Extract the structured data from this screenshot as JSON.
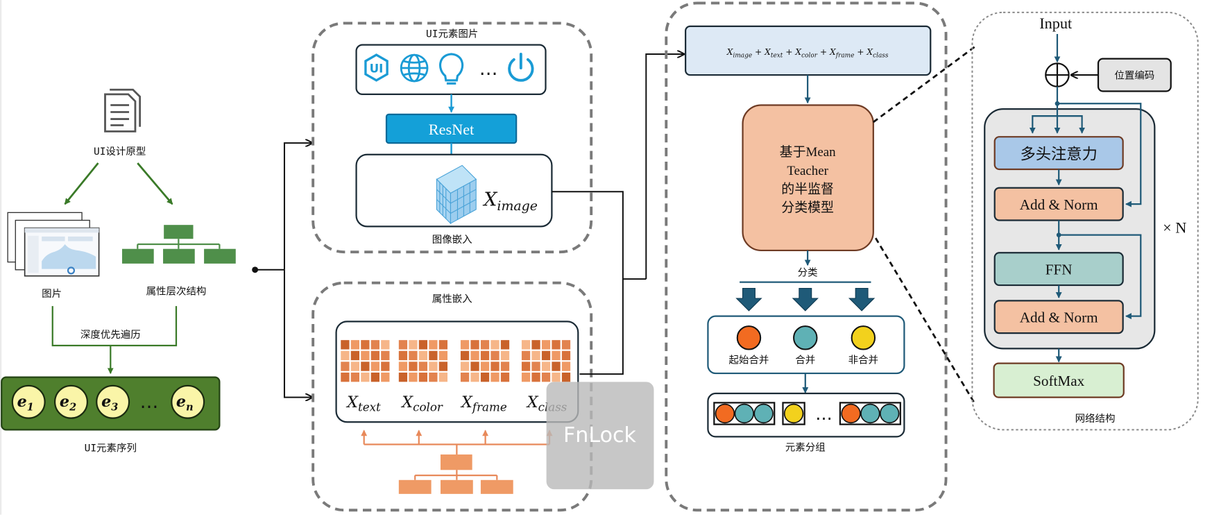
{
  "left": {
    "prototype_label": "UI设计原型",
    "image_label": "图片",
    "hierarchy_label": "属性层次结构",
    "dfs_label": "深度优先遍历",
    "sequence": {
      "items": [
        {
          "base": "e",
          "sub": "1"
        },
        {
          "base": "e",
          "sub": "2"
        },
        {
          "base": "e",
          "sub": "3"
        },
        {
          "base": "e",
          "sub": "n"
        }
      ],
      "ellipsis": "…",
      "caption": "UI元素序列"
    }
  },
  "image_embedding": {
    "title": "UI元素图片",
    "icons": [
      "ui-badge-icon",
      "globe-icon",
      "lightbulb-icon",
      "power-icon"
    ],
    "ellipsis": "…",
    "ui_badge_text": "UI",
    "resnet": "ResNet",
    "x_base": "X",
    "x_sub": "image",
    "caption": "图像嵌入"
  },
  "attribute_embedding": {
    "title": "属性嵌入",
    "features": [
      {
        "base": "X",
        "sub": "text"
      },
      {
        "base": "X",
        "sub": "color"
      },
      {
        "base": "X",
        "sub": "frame"
      },
      {
        "base": "X",
        "sub": "class"
      }
    ]
  },
  "classifier": {
    "sum_terms": [
      "image",
      "text",
      "color",
      "frame",
      "class"
    ],
    "sum_base": "X",
    "model_lines": [
      "基于Mean",
      "Teacher",
      "的半监督",
      "分类模型"
    ],
    "classify_label": "分类",
    "classes": [
      {
        "label": "起始合并",
        "color": "#f26b21"
      },
      {
        "label": "合并",
        "color": "#5fb1b5"
      },
      {
        "label": "非合并",
        "color": "#f2d11d"
      }
    ],
    "group_ellipsis": "…",
    "group_caption": "元素分组"
  },
  "network": {
    "input_label": "Input",
    "position_encoding": "位置编码",
    "attention": "多头注意力",
    "add_norm": "Add & Norm",
    "ffn": "FFN",
    "softmax": "SoftMax",
    "repeat": "× N",
    "caption": "网络结构"
  },
  "overlay": {
    "label": "FnLock"
  },
  "colors": {
    "green_dark": "#4f7f2d",
    "green_line": "#3a7a28",
    "blue": "#1a9bd5",
    "dark_blue": "#1f5a78",
    "orange": "#e8895a",
    "salmon": "#f4c1a2"
  }
}
